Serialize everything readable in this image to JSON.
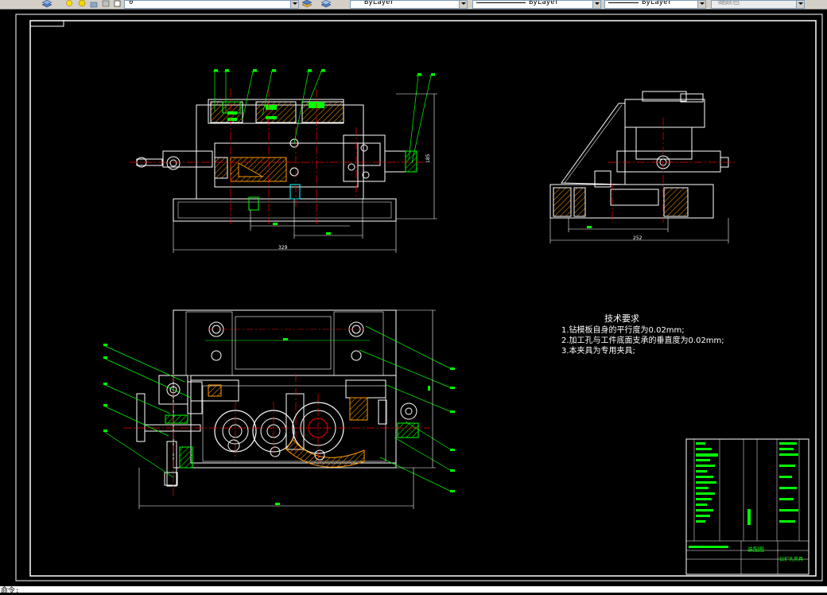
{
  "toolbar": {
    "layer_value": "0",
    "color_value": "ByLayer",
    "linetype_value": "ByLayer",
    "lineweight_value": "ByLayer",
    "plotstyle_value": "随颜色"
  },
  "drawing": {
    "dim_width_front": "329",
    "dim_width_side": "252",
    "dim_height_front": "185",
    "tech_title": "技术要求",
    "tech_items": [
      "1.钻模板自身的平行度为0.02mm;",
      "2.加工孔与工件底面支承的垂直度为0.02mm;",
      "3.本夹具为专用夹具;"
    ],
    "title_block": {
      "drawing_name": "钻扩孔夹具",
      "school": "装配图"
    }
  },
  "statusbar": {
    "command_text": "命令:"
  },
  "colors": {
    "background": "#000000",
    "outline": "#ffffff",
    "dimension": "#00ff00",
    "centerline": "#ff0000",
    "hatch": "#ff9900",
    "section": "#00ffff",
    "label": "#00ff00"
  }
}
